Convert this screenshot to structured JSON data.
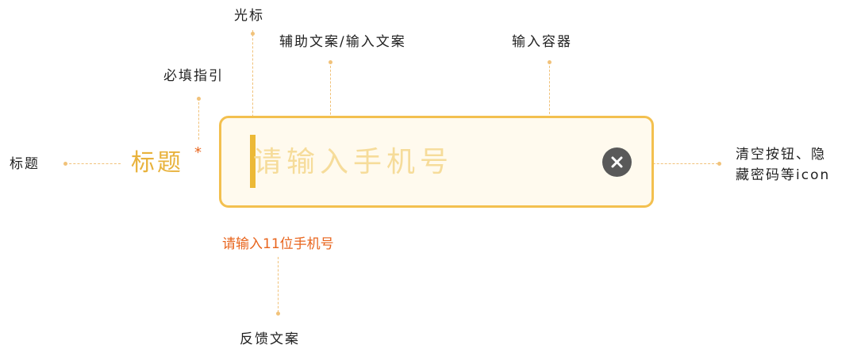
{
  "annotations": {
    "cursor": "光标",
    "helper_text": "辅助文案/输入文案",
    "input_container": "输入容器",
    "required_hint": "必填指引",
    "title": "标题",
    "clear_button": "清空按钮、隐",
    "clear_button_line2": "藏密码等icon",
    "feedback_text": "反馈文案"
  },
  "field": {
    "title": "标题",
    "required_mark": "*",
    "placeholder": "请输入手机号",
    "feedback": "请输入11位手机号",
    "clear_icon": "close-icon"
  },
  "colors": {
    "accent": "#F3C04F",
    "title": "#E8B23C",
    "placeholder": "#F6DC9A",
    "input_background": "#FFFAEE",
    "error": "#E8641C",
    "clear_button": "#595959",
    "leader": "#F1C27A"
  }
}
